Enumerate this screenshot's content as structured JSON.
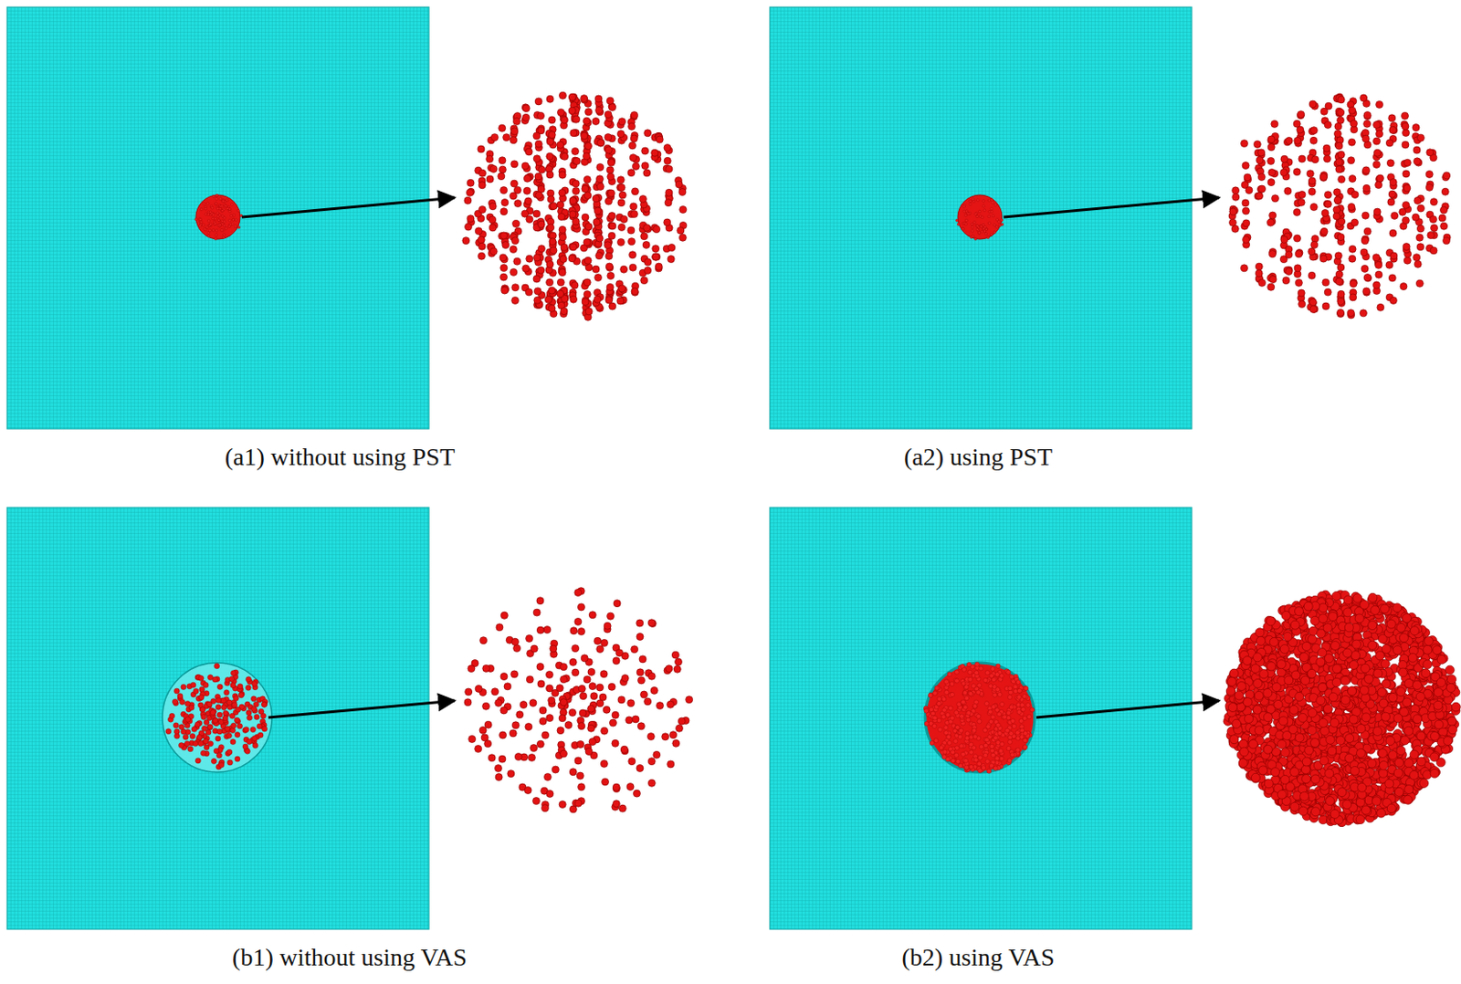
{
  "diagram": {
    "labels": [
      "(a1) without using PST",
      "(a2) using PST",
      "(b1) without using VAS",
      "(b2) using VAS"
    ]
  }
}
